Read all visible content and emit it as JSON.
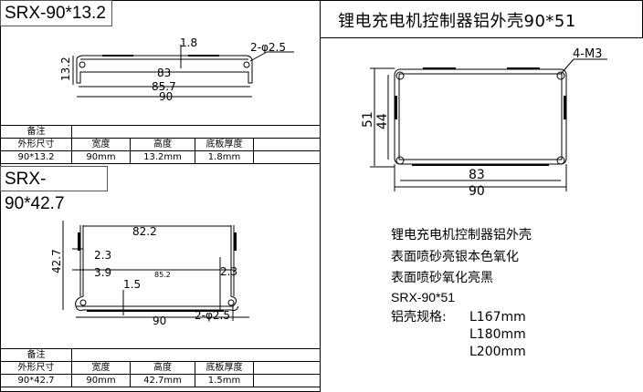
{
  "top_profile": {
    "model": "SRX-90*13.2",
    "dims": {
      "height": "13.2",
      "thickness": "1.8",
      "hole": "2-φ2.5",
      "inner": "83",
      "mid": "85.7",
      "width": "90"
    },
    "table": {
      "remark_label": "备注",
      "headers": [
        "外形尺寸",
        "宽度",
        "高度",
        "底板厚度"
      ],
      "values": [
        "90*13.2",
        "90mm",
        "13.2mm",
        "1.8mm"
      ]
    }
  },
  "bottom_profile": {
    "model": "SRX-90*42.7",
    "dims": {
      "height": "42.7",
      "inner": "82.2",
      "wall_a": "2.3",
      "step": "3.9",
      "span": "85.2",
      "wall_b": "2.3",
      "base": "1.5",
      "width": "90",
      "hole": "2-φ2.5"
    },
    "table": {
      "remark_label": "备注",
      "headers": [
        "外形尺寸",
        "宽度",
        "高度",
        "底板厚度"
      ],
      "values": [
        "90*42.7",
        "90mm",
        "42.7mm",
        "1.5mm"
      ]
    }
  },
  "right_panel": {
    "title": "锂电充电机控制器铝外壳90*51",
    "dims": {
      "screw": "4-M3",
      "outer_h": "51",
      "inner_h": "44",
      "inner_w": "83",
      "outer_w": "90"
    },
    "description": [
      "锂电充电机控制器铝外壳",
      "表面喷砂亮银本色氧化",
      "表面喷砂氧化亮黑",
      "SRX-90*51"
    ],
    "spec_label": "铝壳规格:",
    "lengths": [
      "L167mm",
      "L180mm",
      "L200mm"
    ]
  }
}
